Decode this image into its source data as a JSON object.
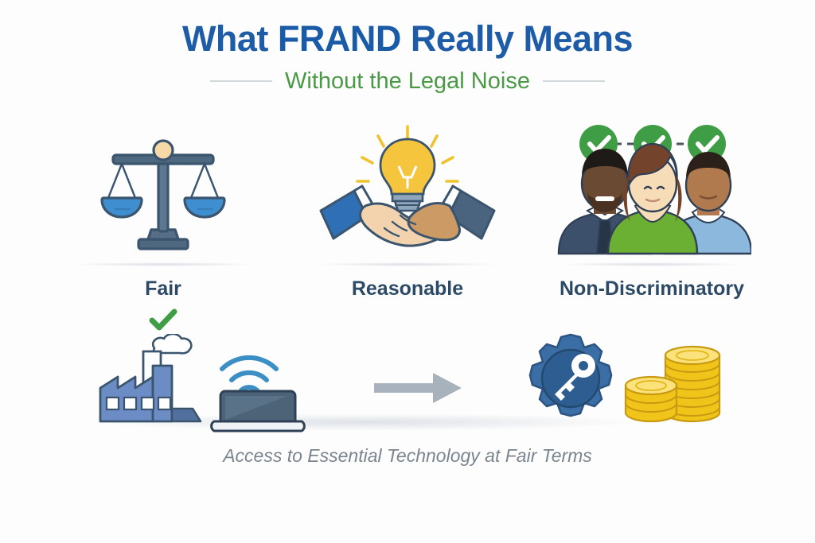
{
  "header": {
    "title_part1": "What ",
    "title_bold": "FRAND",
    "title_part2": " Really Means",
    "subtitle": "Without the Legal Noise",
    "title_color": "#1f5ca8",
    "subtitle_color": "#4a9a45"
  },
  "panels": [
    {
      "label": "Fair",
      "icon": "balance-scale-icon",
      "has_check": true,
      "check_color": "#3f9e45"
    },
    {
      "label": "Reasonable",
      "icon": "handshake-lightbulb-icon",
      "has_check": false,
      "check_color": ""
    },
    {
      "label": "Non-Discriminatory",
      "icon": "three-people-icon",
      "has_check": false,
      "check_color": ""
    }
  ],
  "flow": {
    "source_icons": [
      "factory-icon",
      "laptop-wifi-icon"
    ],
    "arrow": "arrow-right-icon",
    "target_icons": [
      "gear-key-icon",
      "coin-stacks-icon"
    ]
  },
  "caption": "Access to Essential Technology at Fair Terms",
  "colors": {
    "brand_blue": "#1f5ca8",
    "brand_green": "#4a9a45",
    "label_navy": "#2c4a66",
    "check_green": "#3f9e45",
    "factory_blue": "#6b8cc4",
    "laptop_slate": "#4d6378",
    "wifi_blue": "#3b8fc4",
    "gear_blue": "#3a6ea5",
    "coin_gold": "#f0c419",
    "arrow_gray": "#a8b2bd",
    "caption_gray": "#7b858f",
    "bulb_yellow": "#f5c53d",
    "sleeve_blue": "#2f6fb5",
    "sleeve_slate": "#4a6480"
  }
}
